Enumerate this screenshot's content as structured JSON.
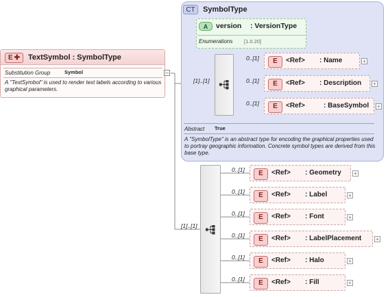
{
  "main_element": {
    "badge": "E",
    "title": "TextSymbol : SymbolType",
    "substitution_label": "Substitution Group",
    "substitution_value": "Symbol",
    "description": "A \"TextSymbol\" is used to render text labels according to various graphical parameters."
  },
  "complex_type": {
    "badge": "CT",
    "name": "SymbolType",
    "attribute": {
      "badge": "A",
      "name": "version",
      "type": ": VersionType",
      "enum_label": "Enumerations",
      "enum_value": "[1.0.20]"
    },
    "sequence_card": "[1]..[1]",
    "children": [
      {
        "card": "0..[1]",
        "badge": "E",
        "ref": "<Ref>",
        "name": ": Name"
      },
      {
        "card": "0..[1]",
        "badge": "E",
        "ref": "<Ref>",
        "name": ": Description"
      },
      {
        "card": "0..[1]",
        "badge": "E",
        "ref": "<Ref>",
        "name": ": BaseSymbol"
      }
    ],
    "abstract_label": "Abstract",
    "abstract_value": "True",
    "description": "A \"SymbolType\" is an abstract type for encoding the graphical properties used to portray geographic information.  Concrete symbol types are derived from this base type."
  },
  "main_sequence": {
    "card": "[1]..[1]",
    "children": [
      {
        "card": "0..[1]",
        "badge": "E",
        "ref": "<Ref>",
        "name": ": Geometry"
      },
      {
        "card": "0..[1]",
        "badge": "E",
        "ref": "<Ref>",
        "name": ": Label"
      },
      {
        "card": "0..[1]",
        "badge": "E",
        "ref": "<Ref>",
        "name": ": Font"
      },
      {
        "card": "0..[1]",
        "badge": "E",
        "ref": "<Ref>",
        "name": ": LabelPlacement"
      },
      {
        "card": "0..[1]",
        "badge": "E",
        "ref": "<Ref>",
        "name": ": Halo"
      },
      {
        "card": "0..[1]",
        "badge": "E",
        "ref": "<Ref>",
        "name": ": Fill"
      }
    ]
  },
  "icons": {
    "expand": "plus-icon",
    "collapse": "minus-icon",
    "sequence": "sequence-icon"
  }
}
